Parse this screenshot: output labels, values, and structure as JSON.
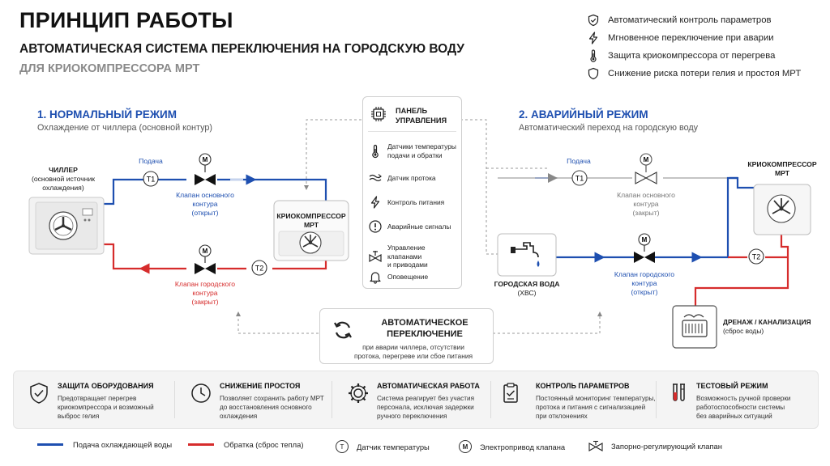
{
  "header": {
    "title": "ПРИНЦИП РАБОТЫ",
    "subtitle": "АВТОМАТИЧЕСКАЯ СИСТЕМА ПЕРЕКЛЮЧЕНИЯ НА ГОРОДСКУЮ ВОДУ",
    "subtitle2": "ДЛЯ КРИОКОМПРЕССОРА МРТ"
  },
  "features": [
    {
      "icon": "shield-check-icon",
      "label": "Автоматический контроль параметров"
    },
    {
      "icon": "lightning-icon",
      "label": "Мгновенное переключение при аварии"
    },
    {
      "icon": "thermometer-icon",
      "label": "Защита криокомпрессора от перегрева"
    },
    {
      "icon": "shield-icon",
      "label": "Снижение риска потери гелия и простоя МРТ"
    }
  ],
  "normal_mode": {
    "title": "1. НОРМАЛЬНЫЙ РЕЖИМ",
    "subtitle": "Охлаждение от чиллера (основной контур)",
    "chiller_label_1": "ЧИЛЛЕР",
    "chiller_label_2": "(основной источник",
    "chiller_label_3": "охлаждения)",
    "supply_label": "Подача",
    "t1": "T1",
    "t2": "T2",
    "m": "M",
    "valve_main_1": "Клапан основного",
    "valve_main_2": "контура",
    "valve_main_3": "(открыт)",
    "valve_city_1": "Клапан городского",
    "valve_city_2": "контура",
    "valve_city_3": "(закрыт)",
    "cryo_1": "КРИОКОМПРЕССОР",
    "cryo_2": "МРТ"
  },
  "panel": {
    "title_1": "ПАНЕЛЬ",
    "title_2": "УПРАВЛЕНИЯ",
    "items": [
      {
        "icon": "thermometer-icon",
        "line1": "Датчики температуры",
        "line2": "подачи и обратки"
      },
      {
        "icon": "flow-icon",
        "line1": "Датчик протока",
        "line2": ""
      },
      {
        "icon": "lightning-icon",
        "line1": "Контроль питания",
        "line2": ""
      },
      {
        "icon": "alert-icon",
        "line1": "Аварийные сигналы",
        "line2": ""
      },
      {
        "icon": "valve-icon",
        "line1": "Управление клапанами",
        "line2": "и приводами"
      },
      {
        "icon": "bell-icon",
        "line1": "Оповещение",
        "line2": ""
      }
    ]
  },
  "emergency_mode": {
    "title": "2. АВАРИЙНЫЙ РЕЖИМ",
    "subtitle": "Автоматический переход на городскую воду",
    "supply_label": "Подача",
    "t1": "T1",
    "t2": "T2",
    "m": "M",
    "valve_main_1": "Клапан основного",
    "valve_main_2": "контура",
    "valve_main_3": "(закрыт)",
    "valve_city_1": "Клапан городского",
    "valve_city_2": "контура",
    "valve_city_3": "(открыт)",
    "cryo_1": "КРИОКОМПРЕССОР",
    "cryo_2": "МРТ",
    "city_water_1": "ГОРОДСКАЯ ВОДА",
    "city_water_2": "(ХВС)",
    "drain_1": "ДРЕНАЖ / КАНАЛИЗАЦИЯ",
    "drain_2": "(сброс воды)"
  },
  "auto_switch": {
    "title_1": "АВТОМАТИЧЕСКОЕ",
    "title_2": "ПЕРЕКЛЮЧЕНИЕ",
    "text_1": "при аварии чиллера, отсутствии",
    "text_2": "протока, перегреве или сбое питания"
  },
  "cards": [
    {
      "icon": "shield-check-icon",
      "title": "ЗАЩИТА ОБОРУДОВАНИЯ",
      "line1": "Предотвращает перегрев",
      "line2": "криокомпрессора и возможный",
      "line3": "выброс гелия"
    },
    {
      "icon": "clock-icon",
      "title": "СНИЖЕНИЕ ПРОСТОЯ",
      "line1": "Позволяет сохранить работу МРТ",
      "line2": "до восстановления основного",
      "line3": "охлаждения"
    },
    {
      "icon": "gear-icon",
      "title": "АВТОМАТИЧЕСКАЯ РАБОТА",
      "line1": "Система реагирует без участия",
      "line2": "персонала, исключая задержки",
      "line3": "ручного переключения"
    },
    {
      "icon": "clipboard-icon",
      "title": "КОНТРОЛЬ ПАРАМЕТРОВ",
      "line1": "Постоянный мониторинг температуры,",
      "line2": "протока и питания с сигнализацией",
      "line3": "при отклонениях"
    },
    {
      "icon": "test-tube-icon",
      "title": "ТЕСТОВЫЙ РЕЖИМ",
      "line1": "Возможность ручной проверки",
      "line2": "работоспособности системы",
      "line3": "без аварийных ситуаций"
    }
  ],
  "legend": {
    "supply": "Подача охлаждающей воды",
    "return": "Обратка (сброс тепла)",
    "sensor_symbol": "T",
    "sensor": "Датчик температуры",
    "drive_symbol": "M",
    "drive": "Электропривод клапана",
    "valve": "Запорно-регулирующий клапан"
  },
  "colors": {
    "supply": "#1e4fb0",
    "return": "#d62c2c",
    "accent": "#1e4fb0"
  }
}
